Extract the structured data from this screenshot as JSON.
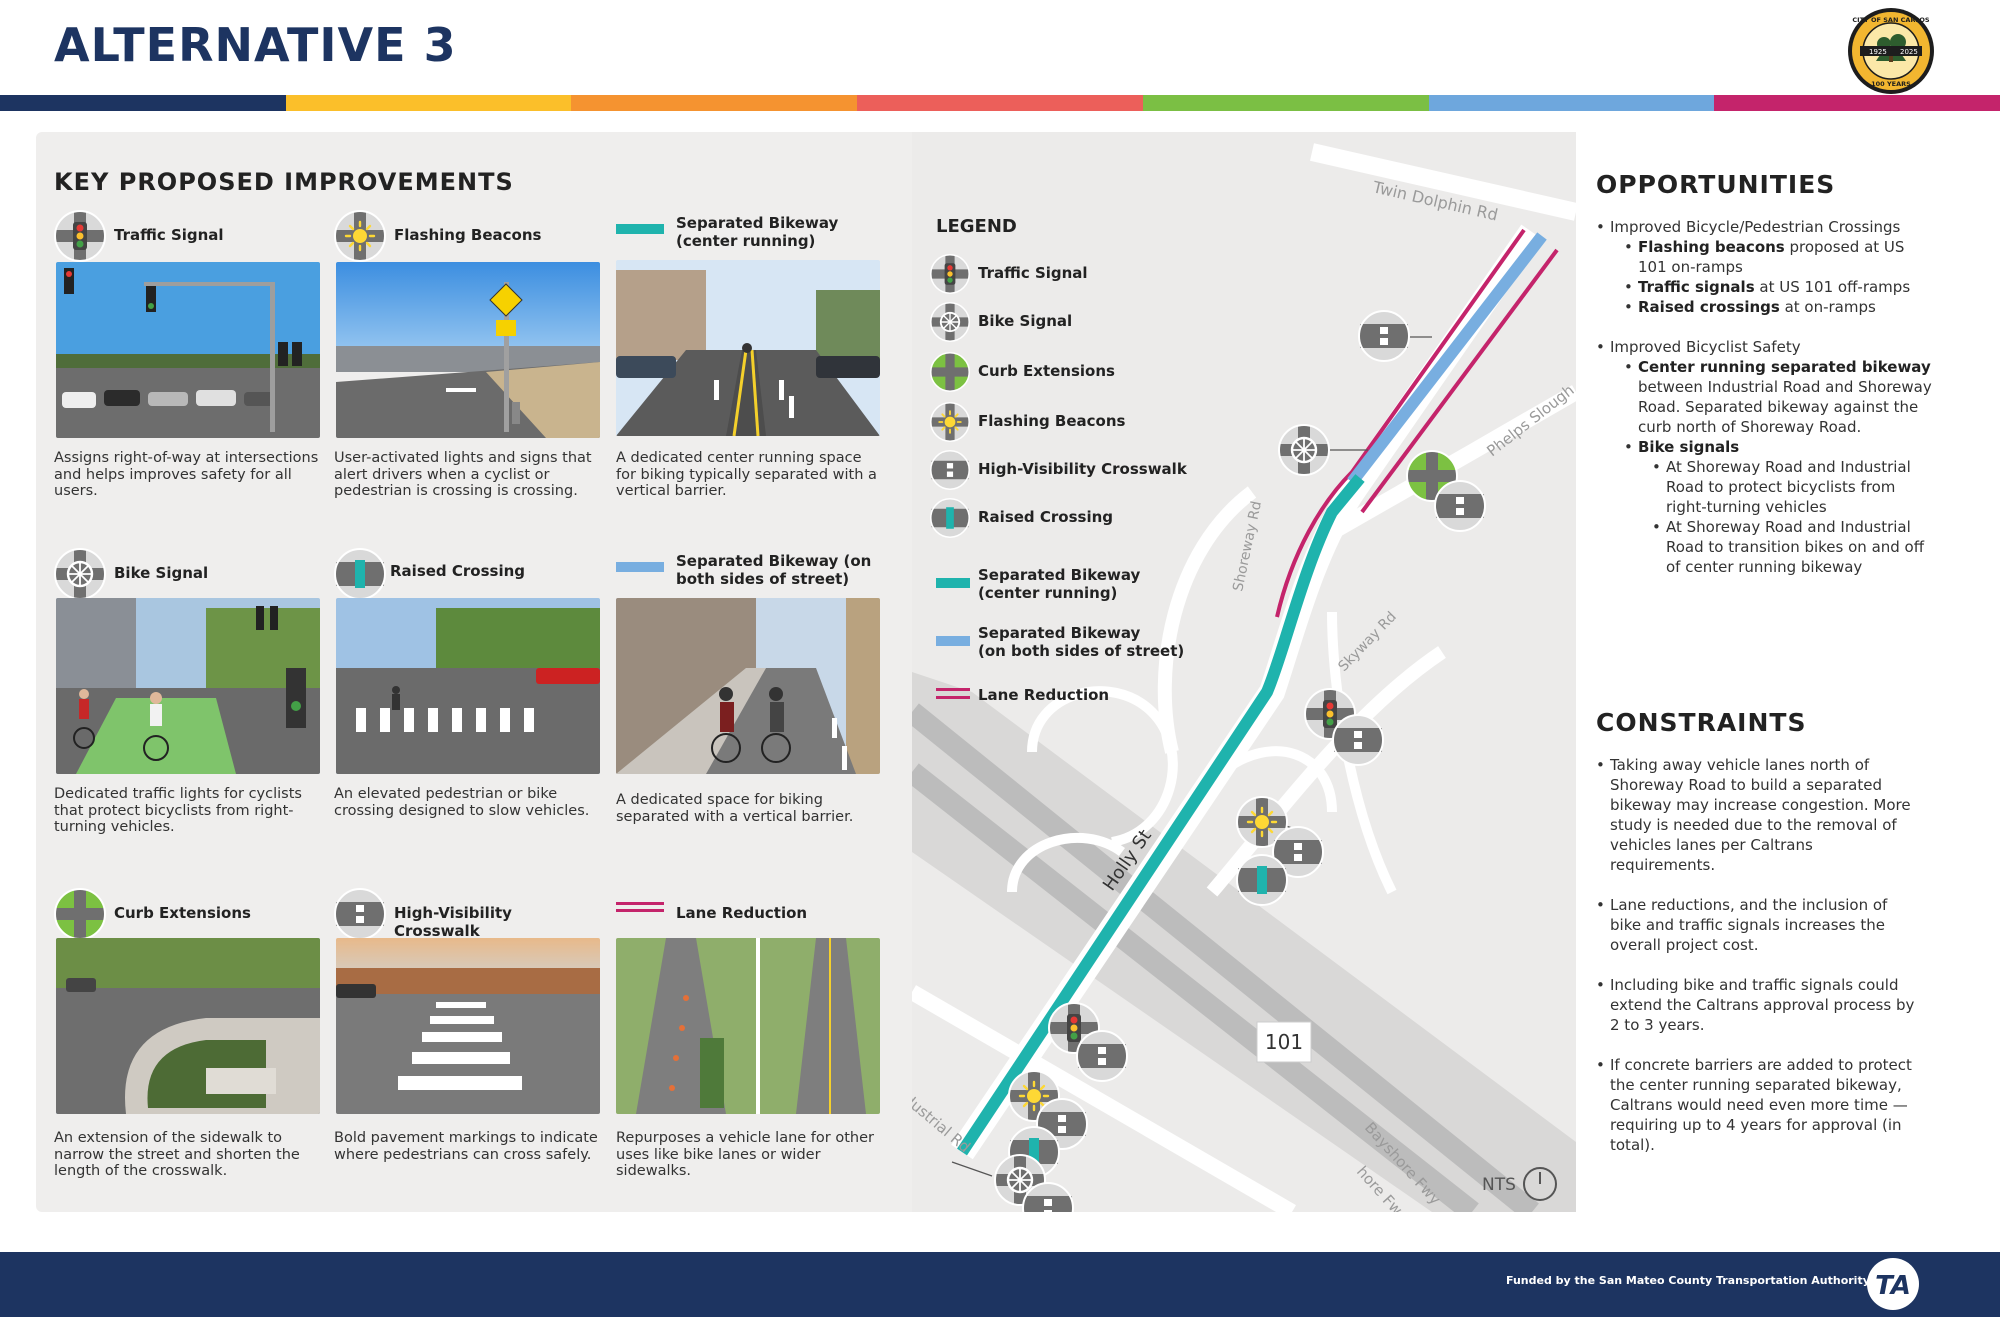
{
  "header": {
    "title": "ALTERNATIVE 3",
    "seal_text": "CITY OF SAN CARLOS",
    "seal_years_left": "1925",
    "seal_years_right": "2025",
    "seal_bottom": "100 YEARS"
  },
  "colors": {
    "navy": "#1d3461",
    "yellow": "#fbbf2a",
    "orange": "#f59330",
    "coral": "#ec5f5a",
    "green": "#7bbf44",
    "blue": "#6ea7dd",
    "magenta": "#c4246b",
    "teal": "#1fb3ad",
    "light_blue": "#78aee0"
  },
  "improvements": {
    "title": "KEY PROPOSED IMPROVEMENTS",
    "cards": [
      {
        "label": "Traffic Signal",
        "icon": "traffic-signal-icon",
        "desc": "Assigns right-of-way at intersections and helps improves safety for all users."
      },
      {
        "label": "Flashing Beacons",
        "icon": "flashing-beacon-icon",
        "desc": "User-activated lights and signs that alert drivers when a cyclist or pedestrian is crossing is crossing."
      },
      {
        "label": "Separated Bikeway (center running)",
        "icon": "teal-line",
        "desc": "A dedicated center running space for biking typically separated with a vertical barrier."
      },
      {
        "label": "Bike Signal",
        "icon": "bike-signal-icon",
        "desc": "Dedicated traffic lights for cyclists that protect bicyclists from right-turning vehicles."
      },
      {
        "label": "Raised Crossing",
        "icon": "raised-crossing-icon",
        "desc": "An elevated pedestrian or bike crossing designed to slow vehicles."
      },
      {
        "label": "Separated Bikeway (on both sides of street)",
        "icon": "blue-line",
        "desc": "A dedicated space for biking separated with a vertical barrier."
      },
      {
        "label": "Curb Extensions",
        "icon": "curb-extension-icon",
        "desc": "An extension of the sidewalk to narrow the street and shorten the length of the crosswalk."
      },
      {
        "label": "High-Visibility Crosswalk",
        "icon": "crosswalk-icon",
        "desc": "Bold pavement markings to indicate where pedestrians can cross safely."
      },
      {
        "label": "Lane Reduction",
        "icon": "magenta-double-line",
        "desc": "Repurposes a vehicle lane for other uses like bike lanes or wider sidewalks."
      }
    ]
  },
  "legend": {
    "title": "LEGEND",
    "items": [
      {
        "label": "Traffic Signal"
      },
      {
        "label": "Bike Signal"
      },
      {
        "label": "Curb Extensions"
      },
      {
        "label": "Flashing Beacons"
      },
      {
        "label": "High-Visibility Crosswalk"
      },
      {
        "label": "Raised Crossing"
      },
      {
        "label_1": "Separated Bikeway",
        "label_2": "(center running)"
      },
      {
        "label_1": "Separated Bikeway",
        "label_2": "(on both sides of street)"
      },
      {
        "label": "Lane Reduction"
      }
    ]
  },
  "map": {
    "streets": {
      "twin_dolphin": "Twin Dolphin Rd",
      "phelps": "Phelps Slough",
      "shoreway": "Shoreway Rd",
      "skyway": "Skyway Rd",
      "holly": "Holly St",
      "industrial": "Industrial Rd",
      "bayshore": "Bayshore Fwy",
      "bayshore2": "hore Fw"
    },
    "highway_shield": "101",
    "scale_note": "NTS"
  },
  "opportunities": {
    "title": "OPPORTUNITIES",
    "item1": "Improved Bicycle/Pedestrian Crossings",
    "sub1a_bold": "Flashing beacons",
    "sub1a_rest": " proposed at US 101 on-ramps",
    "sub1b_bold": "Traffic signals",
    "sub1b_rest": " at US 101 off-ramps",
    "sub1c_bold": "Raised crossings",
    "sub1c_rest": " at on-ramps",
    "item2": "Improved Bicyclist Safety",
    "sub2a_bold": "Center running separated bikeway",
    "sub2a_rest": " between Industrial Road and Shoreway Road. Separated bikeway against the curb north of Shoreway Road.",
    "sub2b_bold": "Bike signals",
    "sub2b_i": "At Shoreway Road and Industrial Road to protect bicyclists from right-turning vehicles",
    "sub2b_ii": "At Shoreway Road and Industrial Road to transition bikes on and off of center running bikeway"
  },
  "constraints": {
    "title": "CONSTRAINTS",
    "items": [
      "Taking away vehicle lanes north of Shoreway Road to build a separated bikeway may increase congestion. More study is needed due to the removal of vehicles lanes per Caltrans requirements.",
      "Lane reductions, and the inclusion of bike and traffic signals increases the overall project cost.",
      "Including bike and traffic signals could extend the Caltrans approval process by 2 to 3 years.",
      "If concrete barriers are added to protect the center running separated bikeway, Caltrans would need even more time — requiring up to 4 years for approval (in total)."
    ]
  },
  "footer": {
    "funded": "Funded by the San Mateo County Transportation Authority",
    "logo": "TA"
  }
}
